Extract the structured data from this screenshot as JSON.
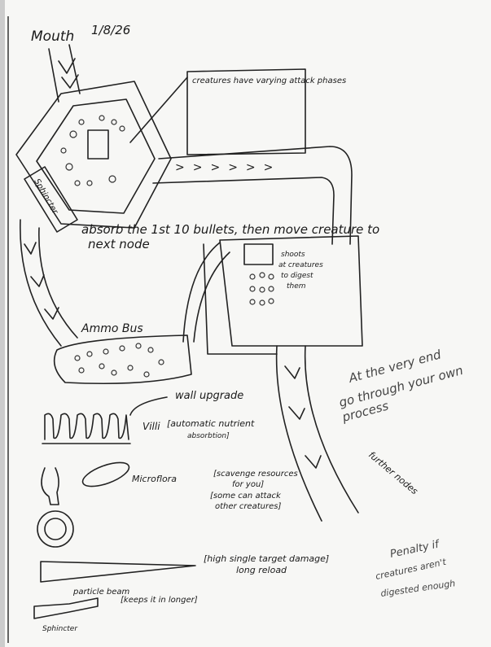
{
  "header": {
    "title": "Mouth",
    "date": "1/8/26"
  },
  "notes": {
    "attack_phases": "creatures have varying attack phases",
    "sphincter_top": "Sphincter",
    "absorb_line1": "absorb the 1st 10 bullets, then move creature to",
    "absorb_line2": "next node",
    "shooter_line1": "shoots",
    "shooter_line2": "at creatures",
    "shooter_line3": "to digest",
    "shooter_line4": "them",
    "ammo_bus": "Ammo Bus",
    "wall_upgrade": "wall upgrade",
    "end_line1": "At the very end",
    "end_line2": "go through your own",
    "end_line3": "process",
    "further_nodes": "further nodes",
    "penalty_line1": "Penalty if",
    "penalty_line2": "creatures aren't",
    "penalty_line3": "digested enough"
  },
  "upgrades": {
    "villi_label": "Villi",
    "villi_desc1": "[automatic nutrient",
    "villi_desc2": "absorbtion]",
    "microflora_label": "Microflora",
    "microflora_desc1": "[scavenge resources",
    "microflora_desc2": "for you]",
    "microflora_desc3": "[some can attack",
    "microflora_desc4": "other creatures]",
    "beam_desc1": "[high single target damage]",
    "beam_desc2": "long reload",
    "beam_label": "particle beam",
    "sphincter_desc": "[keeps it in longer]",
    "sphincter_label": "Sphincter"
  }
}
